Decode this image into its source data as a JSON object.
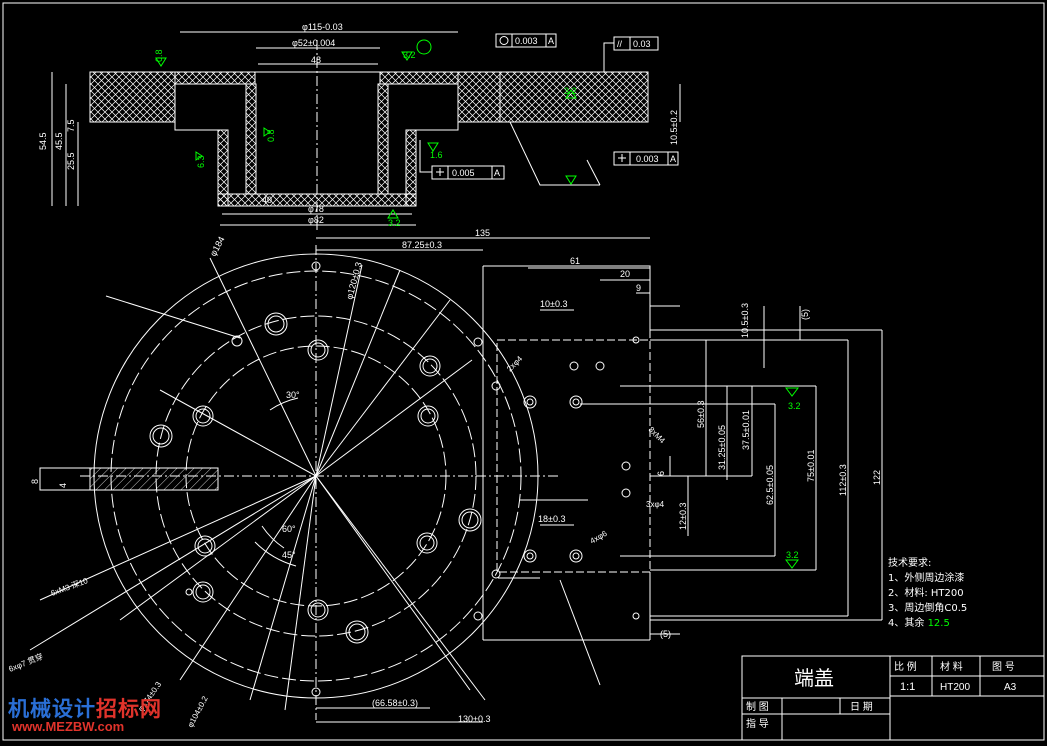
{
  "colors": {
    "line": "#ffffff",
    "dim": "#ffffff",
    "rough": "#00ff00",
    "hatch": "#ffffff",
    "bg": "#000000",
    "wm_blue": "#2a6fd6",
    "wm_red": "#e0332b"
  },
  "section": {
    "dims": [
      "φ115-0.03",
      "φ52±0.004",
      "48",
      "φ78",
      "φ82",
      "40",
      "54.5",
      "45.5",
      "25.5",
      "7.5",
      "10.5±0.2"
    ],
    "rough": [
      "0.8",
      "3.2",
      "0.8",
      "6.3",
      "1.6",
      "3.2",
      "3.2"
    ],
    "tol1": [
      "0.003",
      "A"
    ],
    "tol2": [
      "//",
      "0.03"
    ],
    "tol3": [
      "0.003",
      "A"
    ],
    "tol4": [
      "0.005",
      "A"
    ]
  },
  "plan": {
    "dims": [
      "135",
      "87.25±0.3",
      "61",
      "20",
      "9",
      "10±0.3",
      "10.5±0.3",
      "(5)",
      "56±0.3",
      "31.25±0.05",
      "37.5±0.01",
      "62.5±0.05",
      "75±0.01",
      "112±0.3",
      "122",
      "6",
      "12±0.3",
      "18±0.3",
      "(5)",
      "(66.58±0.3)",
      "130±0.3",
      "φ184",
      "φ120±0.3",
      "30°",
      "45°",
      "60°",
      "8",
      "4"
    ],
    "notes": [
      "2xφ4",
      "8xM4",
      "4xφ6",
      "3xφ4",
      "6xM3 深10",
      "6xφ7 贯穿",
      "φ174±0.3",
      "φ104±0.2"
    ],
    "rough": [
      "3.2",
      "3.2"
    ]
  },
  "tech": {
    "title": "技术要求:",
    "items": [
      "1、外侧周边涂漆",
      "2、材料: HT200",
      "3、周边倒角C0.5",
      "4、其余"
    ],
    "rough_rest": "12.5"
  },
  "titleblock": {
    "name": "端盖",
    "scale_label": "比 例",
    "material_label": "材 料",
    "drawing_no_label": "图 号",
    "scale": "1:1",
    "material": "HT200",
    "sheet": "A3",
    "drawn_label": "制 图",
    "checked_label": "指 导",
    "date_label": "日 期"
  },
  "watermark": {
    "text_a": "机械设计",
    "text_b": "招标网",
    "url": "www.MEZBW.com"
  }
}
